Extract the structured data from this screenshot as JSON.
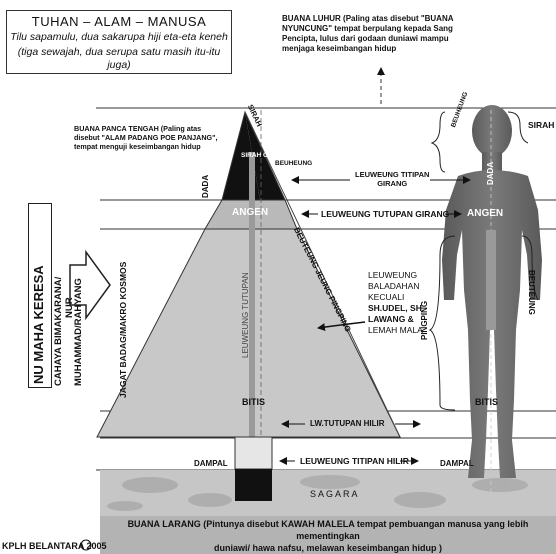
{
  "title": {
    "heading": "TUHAN – ALAM – MANUSA",
    "line1": "Tilu sapamulu, dua sakarupa hiji eta-eta keneh",
    "line2": "(tiga sewajah, dua serupa satu masih itu-itu juga)"
  },
  "top_right_note": [
    "BUANA LUHUR (Paling atas disebut \"BUANA",
    "NYUNCUNG\" tempat berpulang kepada Sang",
    "Pencipta, lulus dari godaan duniawi mampu",
    "menjaga keseimbangan hidup"
  ],
  "left_note": [
    "BUANA PANCA TENGAH (Paling atas",
    "disebut \"ALAM PADANG POE PANJANG\",",
    "tempat menguji keseimbangan hidup"
  ],
  "side_box": {
    "title": "NU MAHA KERESA",
    "line1": "CAHAYA BIMAKARANA/",
    "line2": "NUR",
    "line3": "MUHAMMAD/RAHYANG"
  },
  "pyramid": {
    "sirah": "SIRAH",
    "sirah_cai": "SIRAH CAI",
    "dada": "DADA",
    "beuheung": "BEUHEUNG",
    "angen": "ANGEN",
    "jagat": "JAGAT BADAG/MAKRO KOSMOS",
    "leuweung_tutupan": "LEUWEUNG TUTUPAN",
    "beuteung": "BEUTEUNG JEUNG PINGPING",
    "bitis": "BITIS",
    "dampal": "DAMPAL"
  },
  "arrows": {
    "titipan_girang": [
      "LEUWEUNG TITIPAN",
      "GIRANG"
    ],
    "tutupan_girang": "LEUWEUNG TUTUPAN GIRANG",
    "tutupan_hilir": "LW.TUTUPAN HILIR",
    "titipan_hilir": "LEUWEUNG TITIPAN HILIR"
  },
  "baladahan": [
    "LEUWEUNG",
    "BALADAHAN",
    "KECUALI",
    "SH.UDEL, SH.",
    "LAWANG &",
    "LEMAH MALA"
  ],
  "human": {
    "sirah": "SIRAH",
    "beuheung": "BEUHEUNG",
    "dada": "DADA",
    "angen": "ANGEN",
    "beuteung": "BEUTEUNG",
    "pingping": "PINGPING",
    "bitis": "BITIS",
    "dampal": "DAMPAL"
  },
  "sagara": "SAGARA",
  "buana_larang": [
    "BUANA LARANG (Pintunya disebut KAWAH MALELA tempat pembuangan manusa yang lebih mementingkan",
    "duniawi/ hawa nafsu, melawan keseimbangan hidup )"
  ],
  "footer": "KPLH BELANTARA 2005"
}
